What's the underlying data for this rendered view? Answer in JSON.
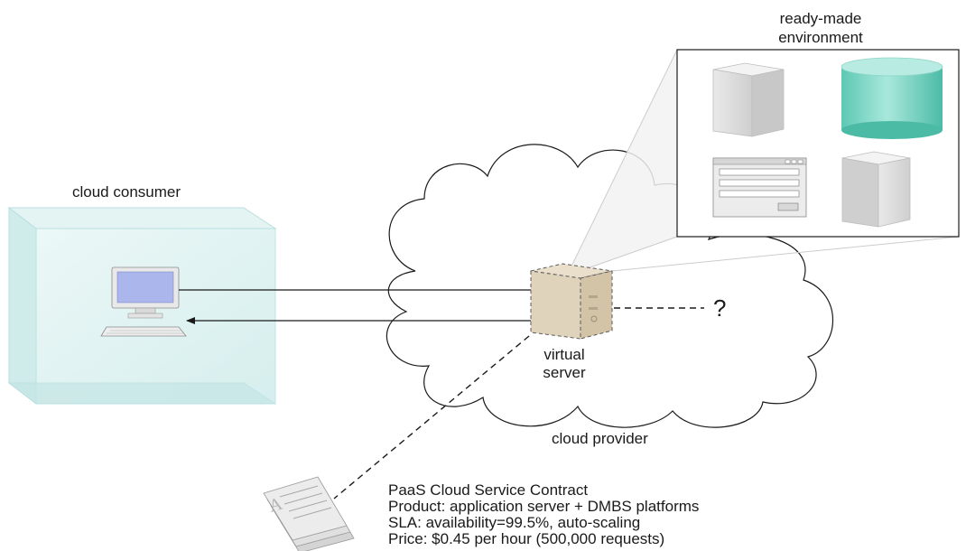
{
  "labels": {
    "ready_made_line1": "ready-made",
    "ready_made_line2": "environment",
    "cloud_consumer": "cloud consumer",
    "virtual_line1": "virtual",
    "virtual_line2": "server",
    "question": "?",
    "cloud_provider": "cloud provider"
  },
  "contract": {
    "lines": [
      "PaaS Cloud Service Contract",
      "Product: application server + DMBS platforms",
      "SLA: availability=99.5%, auto-scaling",
      "Price: $0.45 per hour (500,000 requests)"
    ]
  },
  "icons": {
    "consumer_box": "translucent-cube",
    "workstation": "desktop-computer-icon",
    "server": "virtual-server-icon",
    "env_items": [
      "server-box-icon",
      "database-cylinder-icon",
      "window-form-icon",
      "server-box-icon"
    ],
    "document": "document-stack-icon"
  },
  "colors": {
    "consumer_tint": "#d9f1f0",
    "consumer_edge": "#b9dfe0",
    "server_fill": "#e0d3bb",
    "database_fill": "#7fd6c4",
    "screen_fill": "#aab6ec",
    "line": "#1a1a1a"
  }
}
